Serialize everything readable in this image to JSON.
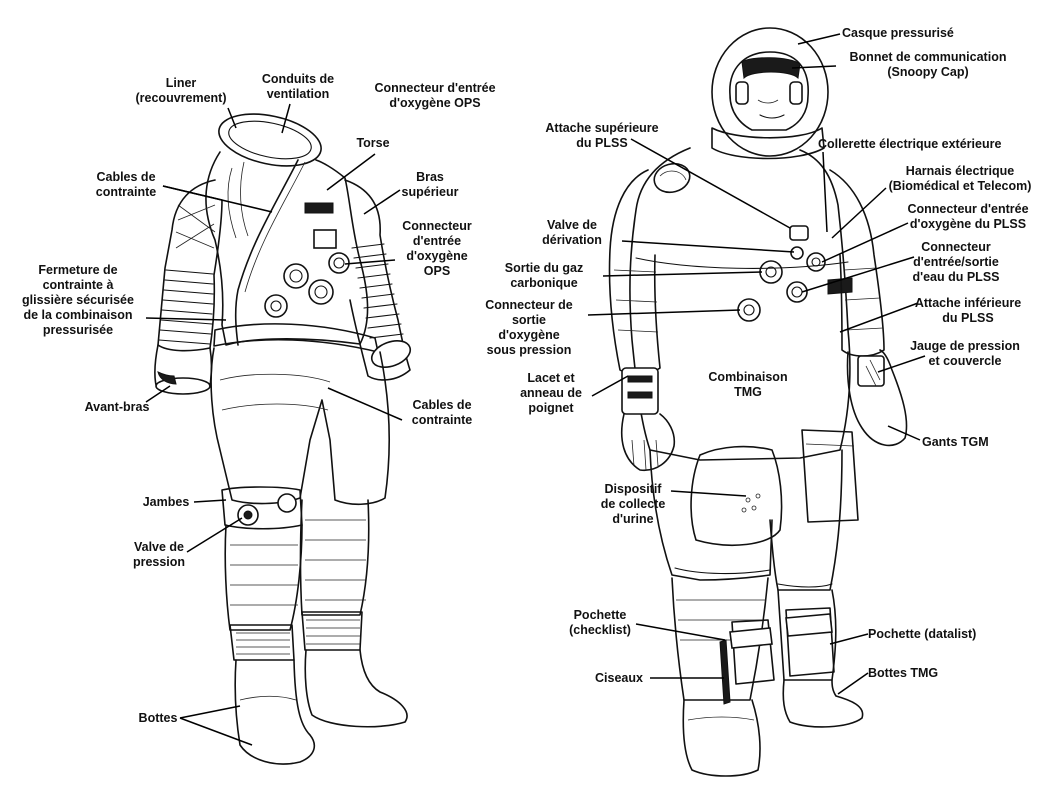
{
  "labels": {
    "liner": "Liner\n(recouvrement)",
    "conduits": "Conduits de\nventilation",
    "connecteur_ops_top": "Connecteur d'entrée\nd'oxygène OPS",
    "torse": "Torse",
    "cables_left": "Cables de\ncontrainte",
    "bras_superieur": "Bras\nsupérieur",
    "connecteur_ops_mid": "Connecteur\nd'entrée\nd'oxygène\nOPS",
    "fermeture": "Fermeture de\ncontrainte à\nglissière sécurisée\nde la combinaison\npressurisée",
    "avant_bras": "Avant-bras",
    "cables_mid": "Cables de\ncontrainte",
    "jambes": "Jambes",
    "valve_pression": "Valve de\npression",
    "bottes_left": "Bottes",
    "casque": "Casque pressurisé",
    "bonnet": "Bonnet de communication\n(Snoopy Cap)",
    "attache_sup": "Attache supérieure\ndu PLSS",
    "collerette": "Collerette électrique extérieure",
    "harnais": "Harnais électrique\n(Biomédical et Telecom)",
    "valve_derivation": "Valve de\ndérivation",
    "connecteur_o2_plss": "Connecteur d'entrée\nd'oxygène du PLSS",
    "sortie_gaz": "Sortie du gaz\ncarbonique",
    "connecteur_eau": "Connecteur\nd'entrée/sortie\nd'eau du PLSS",
    "connecteur_sortie_o2": "Connecteur de sortie\nd'oxygène\nsous pression",
    "attache_inf": "Attache inférieure\ndu PLSS",
    "jauge": "Jauge de pression\net couvercle",
    "lacet": "Lacet et\nanneau de\npoignet",
    "combinaison_tmg": "Combinaison\nTMG",
    "gants": "Gants TGM",
    "dispositif": "Dispositif\nde collecte\nd'urine",
    "pochette_checklist": "Pochette\n(checklist)",
    "pochette_datalist": "Pochette (datalist)",
    "ciseaux": "Ciseaux",
    "bottes_tmg": "Bottes TMG"
  },
  "colors": {
    "ink": "#111111",
    "paper": "#ffffff"
  }
}
